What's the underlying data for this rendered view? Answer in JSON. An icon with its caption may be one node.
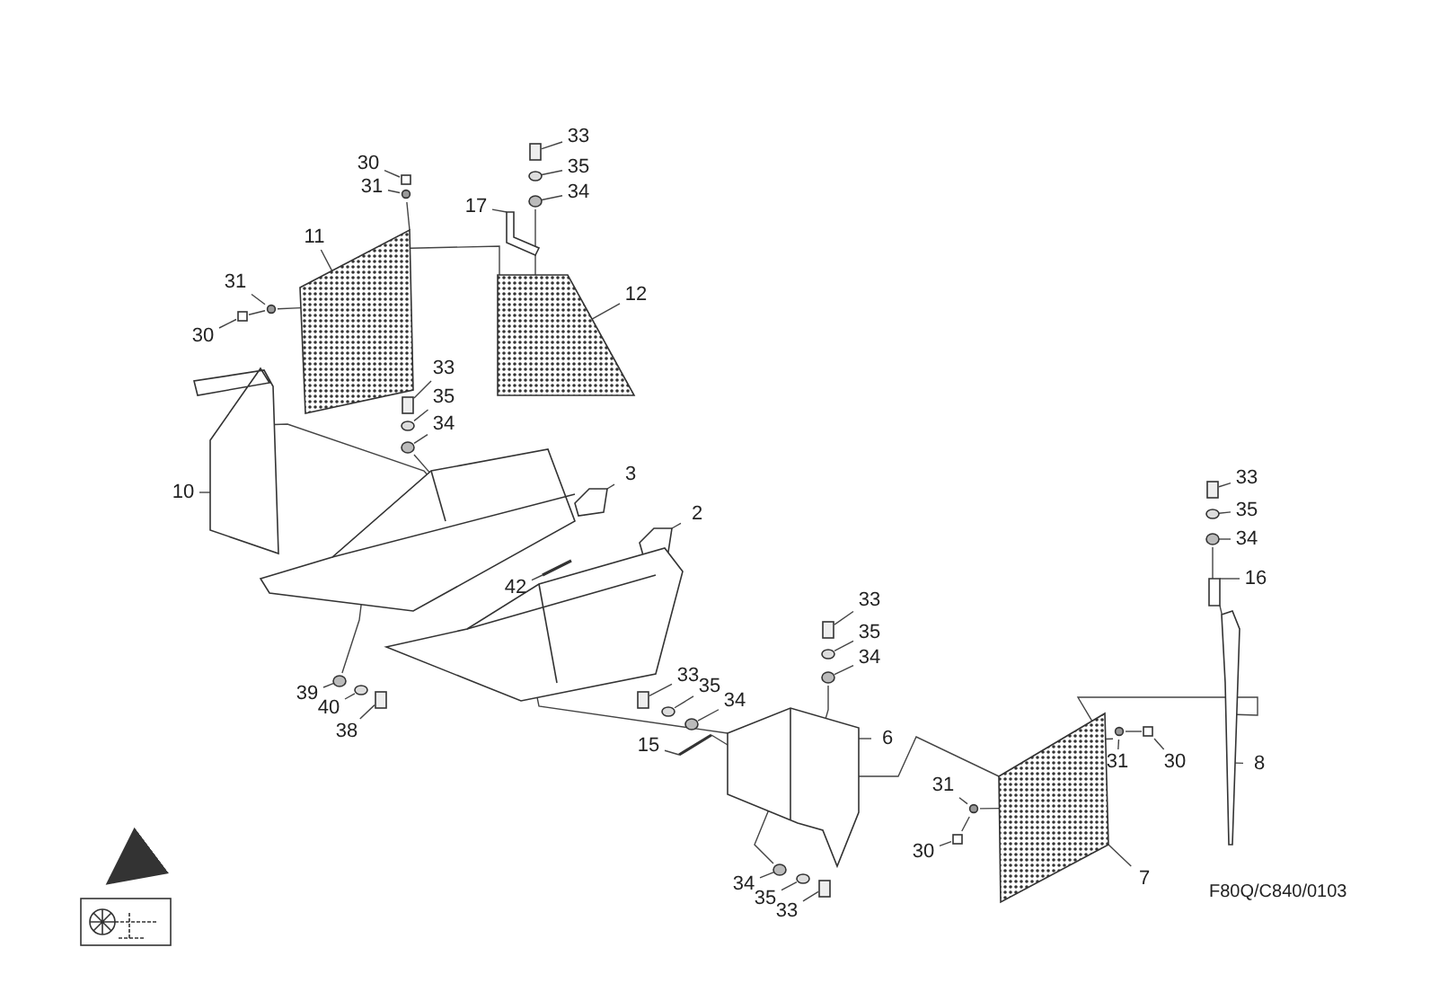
{
  "diagram": {
    "nodes": [
      {
        "text": [
          "33"
        ]
      },
      {
        "text": [
          "30"
        ]
      },
      {
        "text": [
          "35"
        ]
      },
      {
        "text": [
          "31"
        ]
      },
      {
        "text": [
          "34"
        ]
      },
      {
        "text": [
          "17"
        ]
      },
      {
        "text": [
          "11"
        ]
      },
      {
        "text": [
          "12"
        ]
      },
      {
        "text": [
          "31"
        ]
      },
      {
        "text": [
          "30"
        ]
      },
      {
        "text": [
          "33"
        ]
      },
      {
        "text": [
          "35"
        ]
      },
      {
        "text": [
          "34"
        ]
      },
      {
        "text": [
          "10"
        ]
      },
      {
        "text": [
          "3"
        ]
      },
      {
        "text": [
          "2"
        ]
      },
      {
        "text": [
          "33"
        ]
      },
      {
        "text": [
          "35"
        ]
      },
      {
        "text": [
          "34"
        ]
      },
      {
        "text": [
          "42"
        ]
      },
      {
        "text": [
          "16"
        ]
      },
      {
        "text": [
          "33"
        ]
      },
      {
        "text": [
          "35"
        ]
      },
      {
        "text": [
          "34"
        ]
      },
      {
        "text": [
          "33"
        ]
      },
      {
        "text": [
          "35"
        ]
      },
      {
        "text": [
          "34"
        ]
      },
      {
        "text": [
          "39"
        ]
      },
      {
        "text": [
          "40"
        ]
      },
      {
        "text": [
          "38"
        ]
      },
      {
        "text": [
          "15"
        ]
      },
      {
        "text": [
          "6"
        ]
      },
      {
        "text": [
          "31"
        ]
      },
      {
        "text": [
          "30"
        ]
      },
      {
        "text": [
          "8"
        ]
      },
      {
        "text": [
          "31"
        ]
      },
      {
        "text": [
          "30"
        ]
      },
      {
        "text": [
          "7"
        ]
      },
      {
        "text": [
          "34"
        ]
      },
      {
        "text": [
          "35"
        ]
      },
      {
        "text": [
          "33"
        ]
      },
      {
        "text": [],
        "shape": "bolt"
      },
      {
        "text": [],
        "shape": "washer"
      },
      {
        "text": [],
        "shape": "nut"
      },
      {
        "text": [],
        "shape": "pin"
      },
      {
        "text": [],
        "shape": "clip"
      },
      {
        "text": [],
        "shape": "bracket"
      },
      {
        "text": [],
        "shape": "panel"
      },
      {
        "text": [],
        "shape": "panel"
      },
      {
        "text": [],
        "shape": "clip"
      },
      {
        "text": [],
        "shape": "pin"
      },
      {
        "text": [],
        "shape": "bolt"
      },
      {
        "text": [],
        "shape": "washer"
      },
      {
        "text": [],
        "shape": "nut"
      },
      {
        "text": [],
        "shape": "shield"
      },
      {
        "text": [],
        "shape": "bracket"
      },
      {
        "text": [],
        "shape": "bracket"
      },
      {
        "text": [],
        "shape": "bolt"
      },
      {
        "text": [],
        "shape": "washer"
      },
      {
        "text": [],
        "shape": "nut"
      },
      {
        "text": [],
        "shape": "pin"
      },
      {
        "text": [],
        "shape": "bracket"
      },
      {
        "text": [],
        "shape": "bolt"
      },
      {
        "text": [],
        "shape": "washer"
      },
      {
        "text": [],
        "shape": "nut"
      },
      {
        "text": [],
        "shape": "bolt"
      },
      {
        "text": [],
        "shape": "washer"
      },
      {
        "text": [],
        "shape": "nut"
      },
      {
        "text": [],
        "shape": "nut"
      },
      {
        "text": [],
        "shape": "washer"
      },
      {
        "text": [],
        "shape": "bolt"
      },
      {
        "text": [],
        "shape": "pin"
      },
      {
        "text": [],
        "shape": "shield"
      },
      {
        "text": [],
        "shape": "clip"
      },
      {
        "text": [],
        "shape": "pin"
      },
      {
        "text": [],
        "shape": "strip"
      },
      {
        "text": [],
        "shape": "clip"
      },
      {
        "text": [],
        "shape": "pin"
      },
      {
        "text": [],
        "shape": "panel"
      },
      {
        "text": [],
        "shape": "nut"
      },
      {
        "text": [],
        "shape": "washer"
      },
      {
        "text": [],
        "shape": "bolt"
      },
      {
        "text": [],
        "shape": "trough"
      },
      {
        "text": [],
        "shape": "trough"
      }
    ],
    "edges": [
      {
        "from": 0,
        "to": 41,
        "arrow": "none"
      },
      {
        "from": 1,
        "to": 44,
        "arrow": "none"
      },
      {
        "from": 2,
        "to": 42,
        "arrow": "none"
      },
      {
        "from": 3,
        "to": 45,
        "arrow": "none"
      },
      {
        "from": 4,
        "to": 43,
        "arrow": "none"
      },
      {
        "from": 5,
        "to": 46,
        "arrow": "none"
      },
      {
        "from": 6,
        "to": 47,
        "arrow": "none"
      },
      {
        "from": 7,
        "to": 48,
        "arrow": "none"
      },
      {
        "from": 8,
        "to": 49,
        "arrow": "none"
      },
      {
        "from": 9,
        "to": 50,
        "arrow": "none"
      },
      {
        "from": 10,
        "to": 51,
        "arrow": "none"
      },
      {
        "from": 11,
        "to": 52,
        "arrow": "none"
      },
      {
        "from": 12,
        "to": 53,
        "arrow": "none"
      },
      {
        "from": 13,
        "to": 54,
        "arrow": "none"
      },
      {
        "from": 14,
        "to": 55,
        "arrow": "none"
      },
      {
        "from": 15,
        "to": 56,
        "arrow": "none"
      },
      {
        "from": 16,
        "to": 57,
        "arrow": "none"
      },
      {
        "from": 17,
        "to": 58,
        "arrow": "none"
      },
      {
        "from": 18,
        "to": 59,
        "arrow": "none"
      },
      {
        "from": 19,
        "to": 60,
        "arrow": "none"
      },
      {
        "from": 20,
        "to": 61,
        "arrow": "none"
      },
      {
        "from": 21,
        "to": 62,
        "arrow": "none"
      },
      {
        "from": 22,
        "to": 63,
        "arrow": "none"
      },
      {
        "from": 23,
        "to": 64,
        "arrow": "none"
      },
      {
        "from": 24,
        "to": 65,
        "arrow": "none"
      },
      {
        "from": 25,
        "to": 66,
        "arrow": "none"
      },
      {
        "from": 26,
        "to": 67,
        "arrow": "none"
      },
      {
        "from": 27,
        "to": 68,
        "arrow": "none"
      },
      {
        "from": 28,
        "to": 69,
        "arrow": "none"
      },
      {
        "from": 29,
        "to": 70,
        "arrow": "none"
      },
      {
        "from": 30,
        "to": 71,
        "arrow": "none"
      },
      {
        "from": 31,
        "to": 72,
        "arrow": "none"
      },
      {
        "from": 32,
        "to": 73,
        "arrow": "none"
      },
      {
        "from": 33,
        "to": 74,
        "arrow": "none"
      },
      {
        "from": 34,
        "to": 75,
        "arrow": "none"
      },
      {
        "from": 35,
        "to": 76,
        "arrow": "none"
      },
      {
        "from": 36,
        "to": 77,
        "arrow": "none"
      },
      {
        "from": 37,
        "to": 78,
        "arrow": "none"
      },
      {
        "from": 38,
        "to": 79,
        "arrow": "none"
      },
      {
        "from": 39,
        "to": 80,
        "arrow": "none"
      },
      {
        "from": 40,
        "to": 81,
        "arrow": "none"
      },
      {
        "from": 47,
        "to": 48,
        "arrow": "none"
      },
      {
        "from": 45,
        "to": 47,
        "arrow": "none"
      },
      {
        "from": 50,
        "to": 49,
        "arrow": "none"
      },
      {
        "from": 49,
        "to": 47,
        "arrow": "none"
      },
      {
        "from": 43,
        "to": 48,
        "arrow": "none"
      },
      {
        "from": 53,
        "to": 82,
        "arrow": "none"
      },
      {
        "from": 54,
        "to": 82,
        "arrow": "none"
      },
      {
        "from": 82,
        "to": 68,
        "arrow": "none"
      },
      {
        "from": 83,
        "to": 72,
        "arrow": "none"
      },
      {
        "from": 64,
        "to": 72,
        "arrow": "none"
      },
      {
        "from": 72,
        "to": 78,
        "arrow": "none"
      },
      {
        "from": 78,
        "to": 75,
        "arrow": "none"
      },
      {
        "from": 79,
        "to": 72,
        "arrow": "none"
      },
      {
        "from": 78,
        "to": 73,
        "arrow": "none"
      },
      {
        "from": 73,
        "to": 74,
        "arrow": "none"
      },
      {
        "from": 77,
        "to": 76,
        "arrow": "none"
      },
      {
        "from": 76,
        "to": 78,
        "arrow": "none"
      },
      {
        "from": 71,
        "to": 72,
        "arrow": "none"
      },
      {
        "from": 59,
        "to": 61,
        "arrow": "none"
      },
      {
        "from": 61,
        "to": 75,
        "arrow": "none"
      }
    ],
    "labels": [
      "F80Q/C840/0103"
    ]
  }
}
